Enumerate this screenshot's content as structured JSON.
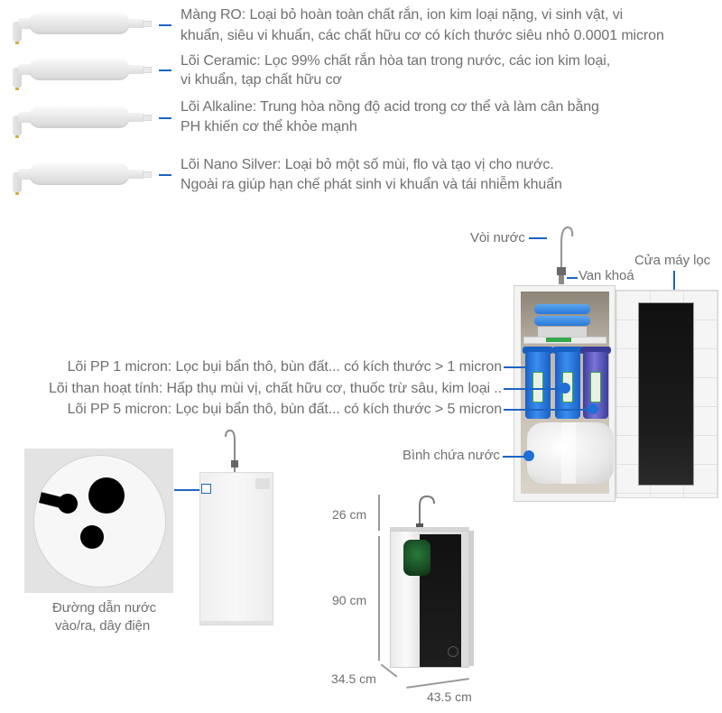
{
  "cartridges": [
    {
      "name": "Màng RO",
      "line1": "Màng RO: Loại bỏ hoàn toàn chất rắn, ion kim loại nặng, vi sinh vật, vi",
      "line2": "khuẩn, siêu vi khuẩn, các chất hữu cơ có kích thước siêu nhỏ 0.0001 micron"
    },
    {
      "name": "Lõi Ceramic",
      "line1": "Lõi Ceramic: Lọc 99% chất rắn hòa tan trong nước, các ion kim loại,",
      "line2": "vi khuẩn, tạp chất hữu cơ"
    },
    {
      "name": "Lõi Alkaline",
      "line1": "Lõi Alkaline: Trung hòa nồng độ acid trong cơ thể và làm cân bằng",
      "line2": "PH khiến cơ thể khỏe mạnh"
    },
    {
      "name": "Lõi Nano Silver",
      "line1": "Lõi Nano Silver: Loại bỏ một số mùi, flo và tạo vị cho nước.",
      "line2": "Ngoài ra giúp hạn chế phát sinh vi khuẩn và tái nhiễm khuẩn"
    }
  ],
  "cabinet_labels": {
    "faucet": "Vòi nước",
    "valve": "Van khoá",
    "door": "Cửa máy lọc",
    "tank": "Bình chứa nước"
  },
  "prefilters": [
    "Lõi PP 1 micron: Lọc bụi bẩn thô, bùn đất... có kích thước > 1 micron",
    "Lõi than hoạt tính: Hấp thụ mùi vị, chất hữu cơ, thuốc trừ sâu, kim loại ..",
    "Lõi PP 5 micron: Lọc bụi bẩn thô, bùn đất... có kích thước > 5 micron"
  ],
  "connection": {
    "line1": "Đường dẫn nước",
    "line2": "vào/ra, dây điện"
  },
  "dimensions": {
    "faucet_height": "26 cm",
    "body_height": "90 cm",
    "depth": "34.5 cm",
    "width": "43.5 cm"
  },
  "colors": {
    "callout_line": "#1c64c4",
    "text": "#707070",
    "filter_blue": "#2a7ae0",
    "filter_purple": "#6a64c8"
  }
}
